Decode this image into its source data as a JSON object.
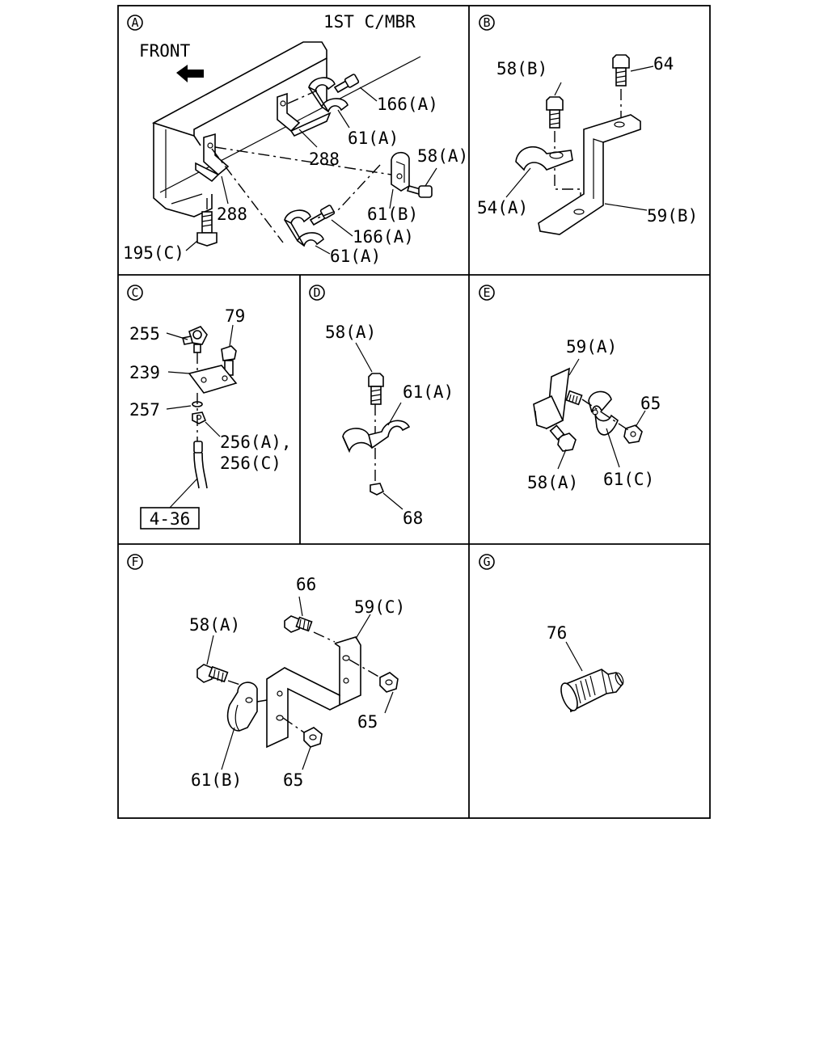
{
  "panels": {
    "A": {
      "letter": "A",
      "header": "1ST C/MBR",
      "front": "FRONT",
      "labels": {
        "p166a_1": "166(A)",
        "p61a_1": "61(A)",
        "p288_1": "288",
        "p58a": "58(A)",
        "p288_2": "288",
        "p61b": "61(B)",
        "p166a_2": "166(A)",
        "p195c": "195(C)",
        "p61a_2": "61(A)"
      }
    },
    "B": {
      "letter": "B",
      "labels": {
        "p58b": "58(B)",
        "p64": "64",
        "p54a": "54(A)",
        "p59b": "59(B)"
      }
    },
    "C": {
      "letter": "C",
      "labels": {
        "p79": "79",
        "p255": "255",
        "p239": "239",
        "p257": "257",
        "p256a": "256(A),",
        "p256c": "256(C)",
        "ref": "4-36"
      }
    },
    "D": {
      "letter": "D",
      "labels": {
        "p58a": "58(A)",
        "p61a": "61(A)",
        "p68": "68"
      }
    },
    "E": {
      "letter": "E",
      "labels": {
        "p59a": "59(A)",
        "p65": "65",
        "p58a": "58(A)",
        "p61c": "61(C)"
      }
    },
    "F": {
      "letter": "F",
      "labels": {
        "p66": "66",
        "p59c": "59(C)",
        "p58a": "58(A)",
        "p65_1": "65",
        "p61b": "61(B)",
        "p65_2": "65"
      }
    },
    "G": {
      "letter": "G",
      "labels": {
        "p76": "76"
      }
    }
  }
}
